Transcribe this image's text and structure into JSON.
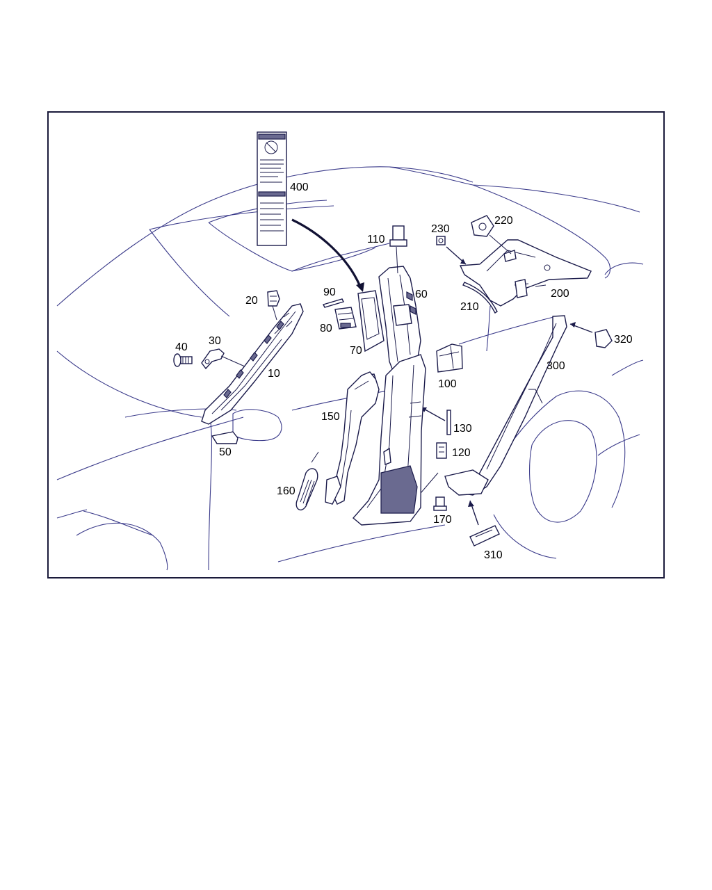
{
  "diagram": {
    "callouts": [
      {
        "id": "p10",
        "label": "10"
      },
      {
        "id": "p20",
        "label": "20"
      },
      {
        "id": "p30",
        "label": "30"
      },
      {
        "id": "p40",
        "label": "40"
      },
      {
        "id": "p50",
        "label": "50"
      },
      {
        "id": "p60",
        "label": "60"
      },
      {
        "id": "p70",
        "label": "70"
      },
      {
        "id": "p80",
        "label": "80"
      },
      {
        "id": "p90",
        "label": "90"
      },
      {
        "id": "p100",
        "label": "100"
      },
      {
        "id": "p110",
        "label": "110"
      },
      {
        "id": "p120",
        "label": "120"
      },
      {
        "id": "p130",
        "label": "130"
      },
      {
        "id": "p150",
        "label": "150"
      },
      {
        "id": "p160",
        "label": "160"
      },
      {
        "id": "p170",
        "label": "170"
      },
      {
        "id": "p200",
        "label": "200"
      },
      {
        "id": "p210",
        "label": "210"
      },
      {
        "id": "p220",
        "label": "220"
      },
      {
        "id": "p230",
        "label": "230"
      },
      {
        "id": "p300",
        "label": "300"
      },
      {
        "id": "p310",
        "label": "310"
      },
      {
        "id": "p320",
        "label": "320"
      },
      {
        "id": "p400",
        "label": "400"
      }
    ]
  },
  "colors": {
    "line": "#1a1a4a",
    "car_outline": "#3a3a8a",
    "background": "#ffffff"
  }
}
